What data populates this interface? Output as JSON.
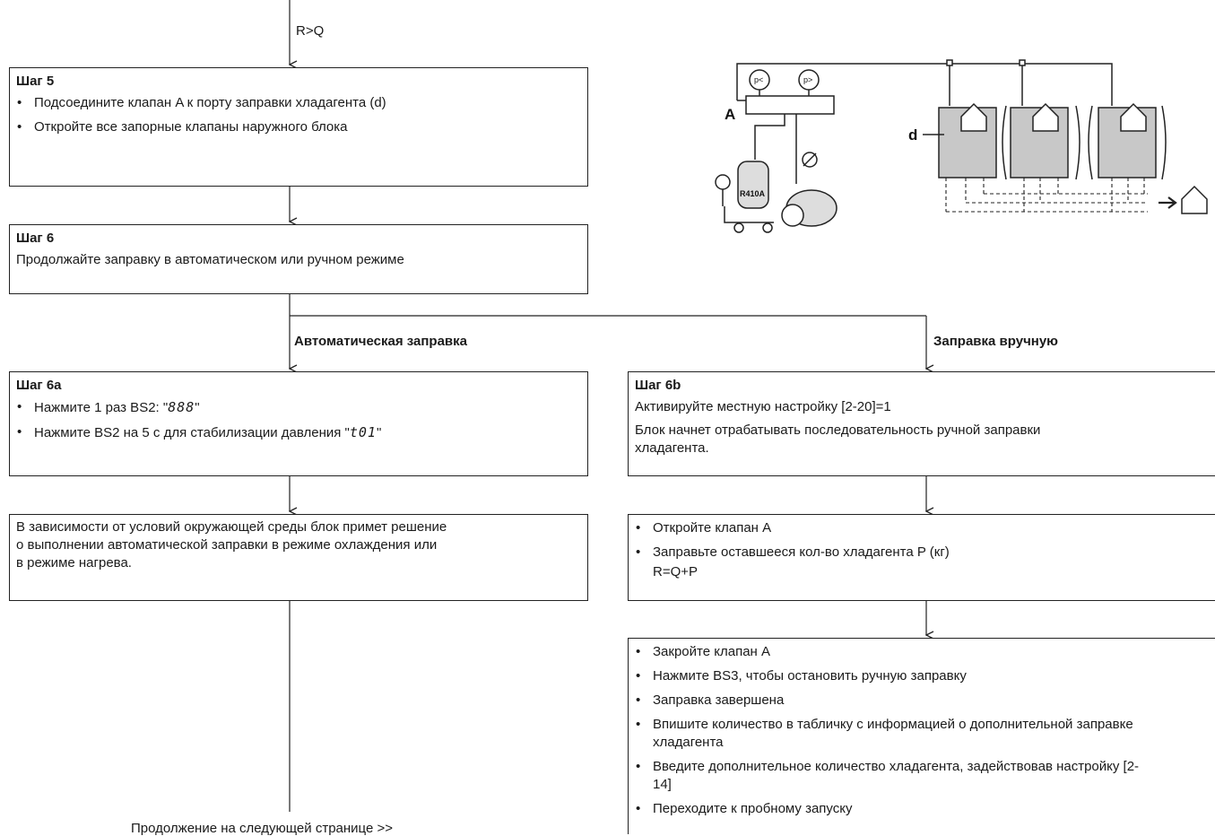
{
  "top_condition": "R>Q",
  "step5": {
    "title": "Шаг 5",
    "items": [
      "Подсоедините клапан A к порту заправки хладагента (d)",
      "Откройте все запорные клапаны наружного блока"
    ]
  },
  "step6": {
    "title": "Шаг 6",
    "text": "Продолжайте заправку в автоматическом или ручном режиме"
  },
  "branches": {
    "auto": "Автоматическая заправка",
    "manual": "Заправка вручную"
  },
  "step6a": {
    "title": "Шаг 6a",
    "item1_prefix": "Нажмите 1 раз BS2: \"",
    "item1_code": "888",
    "item1_suffix": "\"",
    "item2_prefix": "Нажмите BS2 на 5 с для стабилизации давления \"",
    "item2_code": "t01",
    "item2_suffix": "\""
  },
  "auto_result": {
    "line1": "В зависимости от условий окружающей среды блок примет решение",
    "line2": "о выполнении автоматической заправки в режиме охлаждения или",
    "line3": "в режиме нагрева."
  },
  "step6b": {
    "title": "Шаг 6b",
    "line1": "Активируйте местную настройку [2-20]=1",
    "line2": "Блок начнет отрабатывать последовательность ручной заправки",
    "line3": "хладагента."
  },
  "manual_charge": {
    "item1": "Откройте клапан A",
    "item2": "Заправьте оставшееся кол-во хладагента P (кг)",
    "formula": "R=Q+P"
  },
  "manual_finish": {
    "items": [
      "Закройте клапан A",
      "Нажмите BS3, чтобы остановить ручную заправку",
      "Заправка завершена",
      "Впишите количество в табличку с информацией о дополнительной заправке хладагента",
      "Введите дополнительное количество хладагента, задействовав настройку [2-14]",
      "Переходите к пробному запуску"
    ]
  },
  "continued": "Продолжение на следующей странице >>",
  "illustration": {
    "label_a": "A",
    "label_d": "d",
    "gauge_low": "p<",
    "gauge_high": "p>",
    "cylinder": "R410A"
  }
}
